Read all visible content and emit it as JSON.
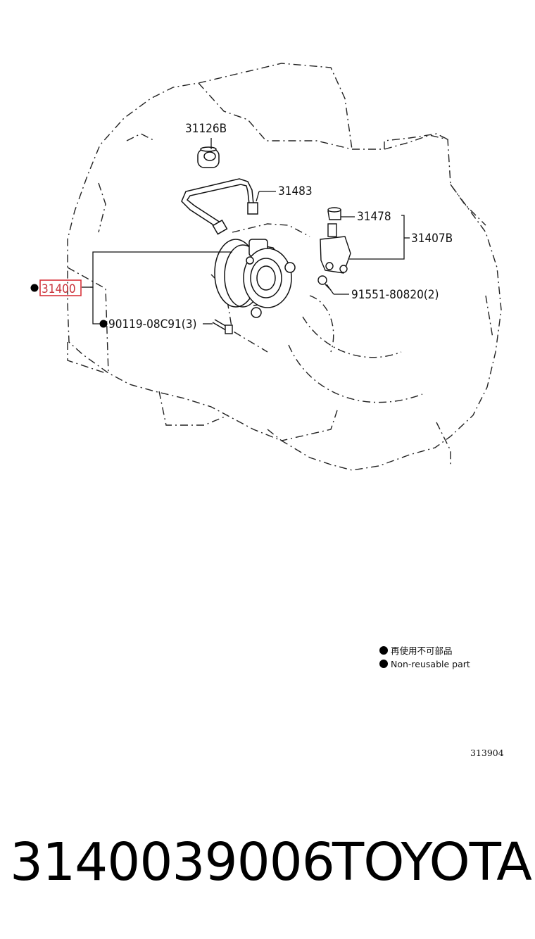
{
  "callouts": {
    "c31126b": "31126B",
    "c31483": "31483",
    "c31478": "31478",
    "c31407b": "31407B",
    "c91551": "91551-80820(2)",
    "c31400": "31400",
    "c90119": "90119-08C91(3)"
  },
  "highlight_color": "#d9343b",
  "legend": {
    "line1": "再使用不可部品",
    "line2": "Non-reusable part"
  },
  "figure_code": "313904",
  "footer": {
    "part_number": "3140039006",
    "brand": "TOYOTA"
  }
}
